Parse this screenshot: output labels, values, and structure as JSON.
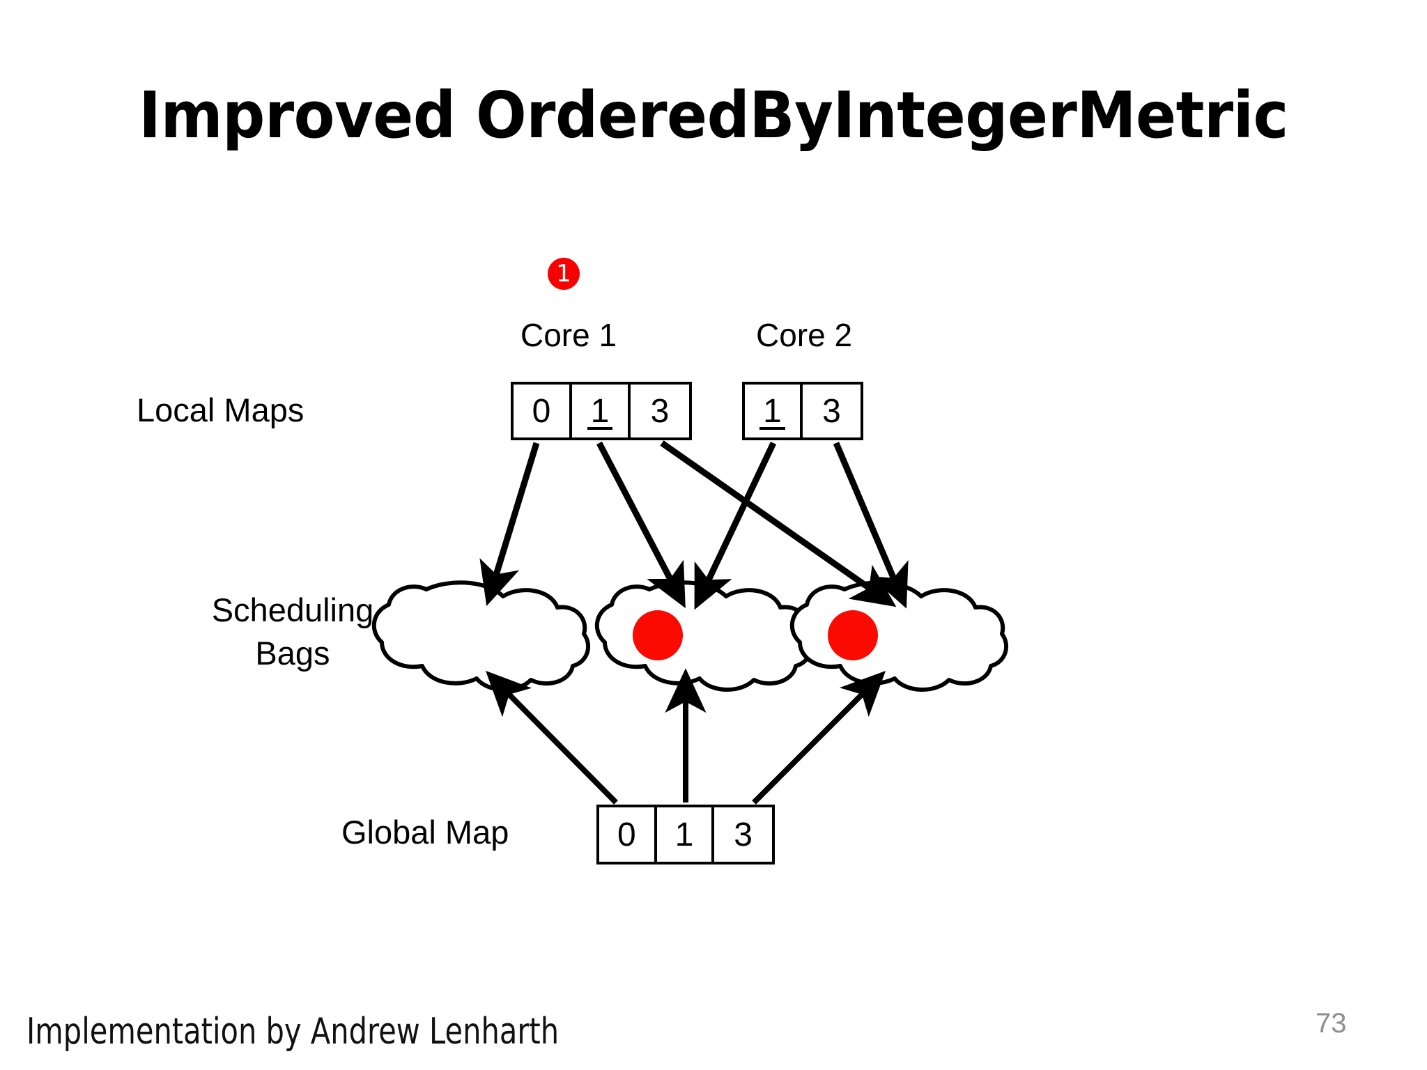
{
  "slide": {
    "title": "Improved OrderedByIntegerMetric",
    "page_number": "73",
    "footer_credit": "Implementation by Andrew Lenharth",
    "background_color": "#ffffff"
  },
  "badges": {
    "step_1": {
      "label": "1",
      "color": "#f80000",
      "text_color": "#ffffff"
    }
  },
  "labels": {
    "core_1": "Core 1",
    "core_2": "Core 2",
    "local_maps": "Local Maps",
    "scheduling_bags": "Scheduling Bags",
    "global_map": "Global Map"
  },
  "local_maps": [
    {
      "core": "Core 1",
      "cells": [
        {
          "value": "0",
          "underlined": false
        },
        {
          "value": "1",
          "underlined": true
        },
        {
          "value": "3",
          "underlined": false
        }
      ]
    },
    {
      "core": "Core 2",
      "cells": [
        {
          "value": "1",
          "underlined": true
        },
        {
          "value": "3",
          "underlined": false
        }
      ]
    }
  ],
  "global_map": {
    "cells": [
      {
        "value": "0",
        "underlined": false
      },
      {
        "value": "1",
        "underlined": false
      },
      {
        "value": "3",
        "underlined": false
      }
    ]
  },
  "scheduling_bags": [
    {
      "name": "bag-0",
      "has_token": false,
      "token_color": "#ffffff"
    },
    {
      "name": "bag-1",
      "has_token": true,
      "token_color": "#fa0a00"
    },
    {
      "name": "bag-3",
      "has_token": true,
      "token_color": "#fa0a00"
    }
  ],
  "edges": {
    "local_to_bag": [
      {
        "from": "core-1-cell-0",
        "to": "bag-0"
      },
      {
        "from": "core-1-cell-1",
        "to": "bag-1"
      },
      {
        "from": "core-1-cell-3",
        "to": "bag-3"
      },
      {
        "from": "core-2-cell-1",
        "to": "bag-1"
      },
      {
        "from": "core-2-cell-3",
        "to": "bag-3"
      }
    ],
    "global_to_bag": [
      {
        "from": "global-cell-0",
        "to": "bag-0"
      },
      {
        "from": "global-cell-1",
        "to": "bag-1"
      },
      {
        "from": "global-cell-3",
        "to": "bag-3"
      }
    ]
  }
}
